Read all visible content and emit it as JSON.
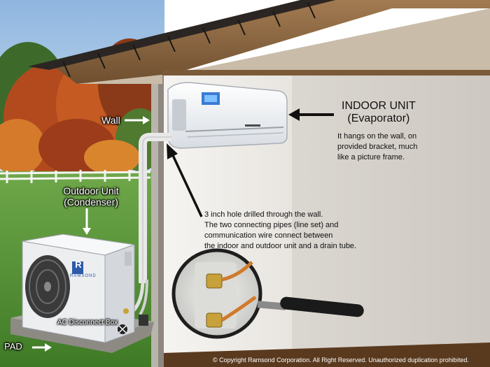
{
  "labels": {
    "wall": "Wall",
    "outdoor_unit": "Outdoor Unit",
    "condenser": "(Condenser)",
    "indoor_unit": "INDOOR UNIT",
    "evaporator": "(Evaporator)",
    "indoor_desc": [
      "It hangs on the wall, on",
      "provided bracket, much",
      "like a picture frame."
    ],
    "hole_desc": [
      "3 inch hole drilled through the wall.",
      "The two connecting pipes (line set) and",
      "communication wire connect between",
      "the indoor and outdoor unit and a drain tube."
    ],
    "disconnect": "AC Disconnect Box",
    "pad": "PAD",
    "brand": "RAMSOND",
    "brand_letter": "R",
    "copyright": "© Copyright Ramsond Corporation.  All Right Reserved. Unauthorized duplication prohibited."
  },
  "colors": {
    "sky": "#a9c6e6",
    "grass": "#5f9a3a",
    "interior_wall": "#d9d5cf",
    "roof_shingle": "#2b2623",
    "wood": "#8e6a45",
    "floor": "#5a3a1f",
    "brand_blue": "#2d5aa8"
  }
}
